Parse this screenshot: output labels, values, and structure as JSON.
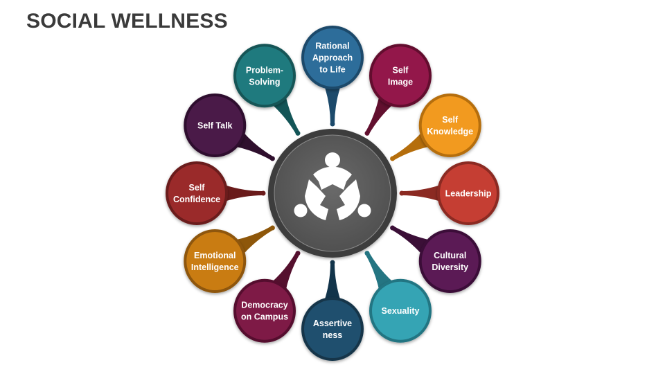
{
  "title": "SOCIAL WELLNESS",
  "center_icon": "people-unity-icon",
  "nodes": [
    {
      "id": "rational-approach",
      "lines": [
        "Rational",
        "Approach",
        "to Life"
      ],
      "color": "#2D6D9A",
      "dark": "#1C4A6B"
    },
    {
      "id": "self-image",
      "lines": [
        "Self",
        "Image"
      ],
      "color": "#93174A",
      "dark": "#62102F"
    },
    {
      "id": "self-knowledge",
      "lines": [
        "Self",
        "Knowledge"
      ],
      "color": "#F29A1F",
      "dark": "#B56E0C"
    },
    {
      "id": "leadership",
      "lines": [
        "Leadership"
      ],
      "color": "#C53E33",
      "dark": "#8B2A22"
    },
    {
      "id": "cultural-diversity",
      "lines": [
        "Cultural",
        "Diversity"
      ],
      "color": "#5B1A55",
      "dark": "#3B0F37"
    },
    {
      "id": "sexuality",
      "lines": [
        "Sexuality"
      ],
      "color": "#35A4B4",
      "dark": "#247582"
    },
    {
      "id": "assertiveness",
      "lines": [
        "Assertive",
        "ness"
      ],
      "color": "#1F4F6E",
      "dark": "#12344A"
    },
    {
      "id": "democracy-on-campus",
      "lines": [
        "Democracy",
        "on Campus"
      ],
      "color": "#7E1A46",
      "dark": "#55102E"
    },
    {
      "id": "emotional-intelligence",
      "lines": [
        "Emotional",
        "Intelligence"
      ],
      "color": "#C97C12",
      "dark": "#8E570A"
    },
    {
      "id": "self-confidence",
      "lines": [
        "Self",
        "Confidence"
      ],
      "color": "#9A2A2A",
      "dark": "#6A1B1B"
    },
    {
      "id": "self-talk",
      "lines": [
        "Self Talk"
      ],
      "color": "#4A1A48",
      "dark": "#2F0F2D"
    },
    {
      "id": "problem-solving",
      "lines": [
        "Problem-",
        "Solving"
      ],
      "color": "#1F7A7E",
      "dark": "#135557"
    }
  ]
}
